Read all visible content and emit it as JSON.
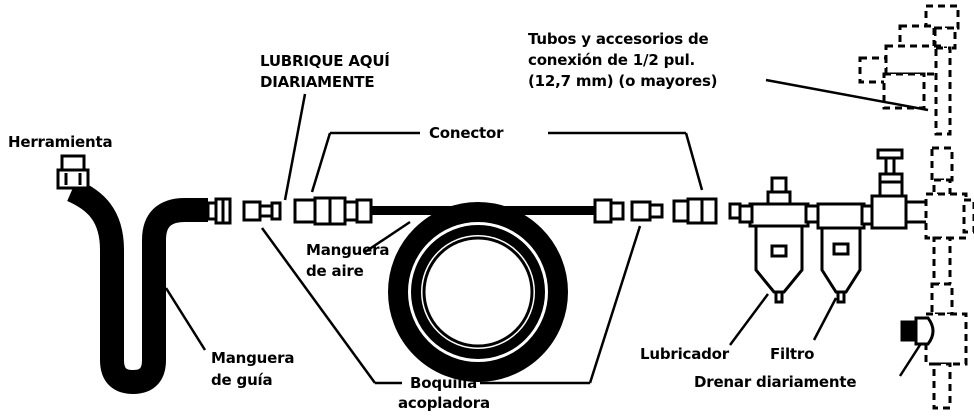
{
  "labels": {
    "tool": "Herramienta",
    "lubricate_line1": "LUBRIQUE AQUÍ",
    "lubricate_line2": "DIARIAMENTE",
    "connector": "Conector",
    "pipes_line1": "Tubos y accesorios de",
    "pipes_line2": "conexión de 1/2 pul.",
    "pipes_line3": "(12,7 mm) (o mayores)",
    "air_hose_line1": "Manguera",
    "air_hose_line2": "de aire",
    "leader_hose_line1": "Manguera",
    "leader_hose_line2": "de guía",
    "coupler_line1": "Boquilla",
    "coupler_line2": "acopladora",
    "lubricator": "Lubricador",
    "filter": "Filtro",
    "drain": "Drenar diariamente"
  },
  "colors": {
    "ink": "#000000",
    "paper": "#ffffff"
  }
}
